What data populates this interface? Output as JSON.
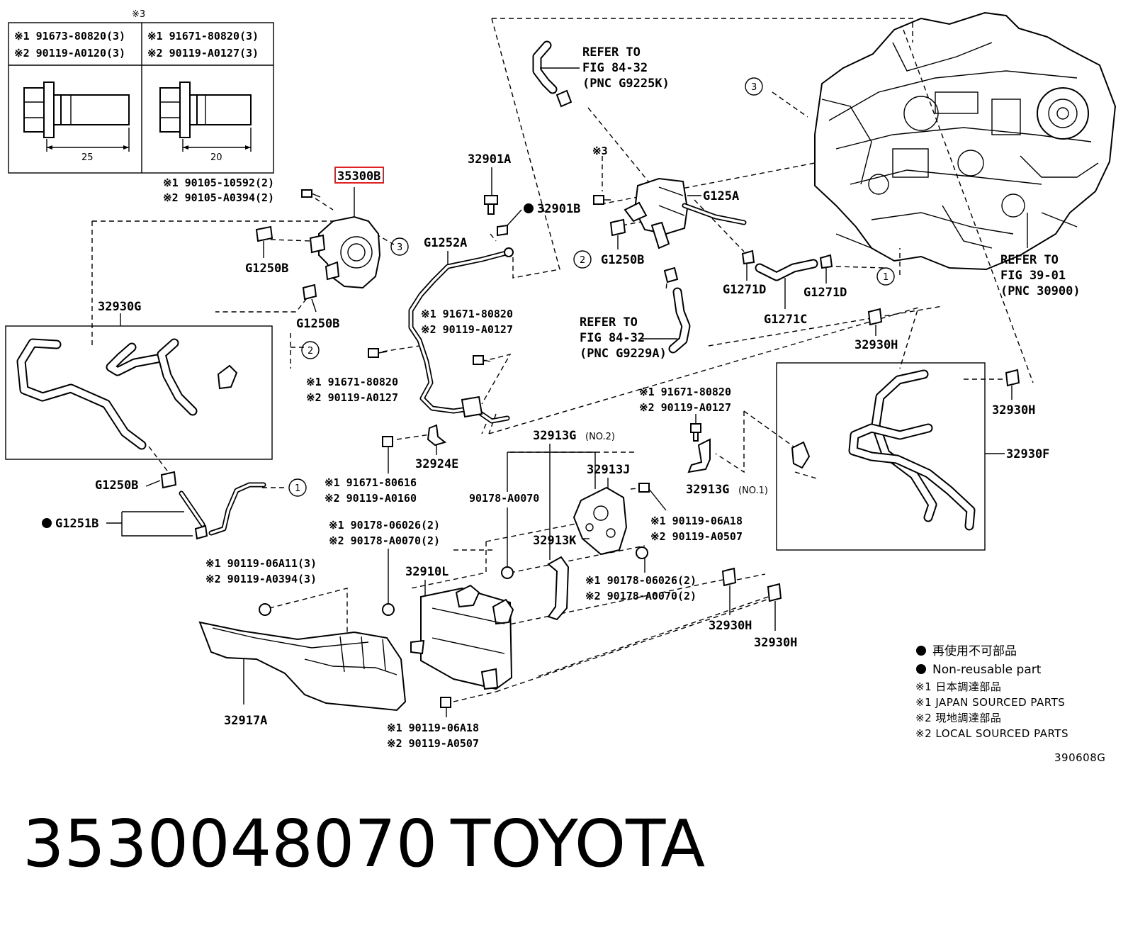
{
  "footer": {
    "part_number": "3530048070",
    "brand": "TOYOTA"
  },
  "figure_id": "390608G",
  "highlight_color": "#e02020",
  "bolt_table": {
    "header": "※3",
    "left": {
      "line1": "※1 91673-80820(3)",
      "line2": "※2 90119-A0120(3)",
      "length": "25"
    },
    "right": {
      "line1": "※1 91671-80820(3)",
      "line2": "※2 90119-A0127(3)",
      "length": "20"
    }
  },
  "legend": {
    "nonreusable_jp": "再使用不可部品",
    "nonreusable_en": "Non-reusable part",
    "japan_jp": "※1 日本調達部品",
    "japan_en": "※1 JAPAN SOURCED PARTS",
    "local_jp": "※2 現地調達部品",
    "local_en": "※2 LOCAL SOURCED PARTS"
  },
  "refs": {
    "a": {
      "l1": "REFER TO",
      "l2": "FIG 84-32",
      "l3": "(PNC G9225K)"
    },
    "b": {
      "l1": "REFER TO",
      "l2": "FIG 84-32",
      "l3": "(PNC G9229A)"
    },
    "c": {
      "l1": "REFER TO",
      "l2": "FIG 39-01",
      "l3": "(PNC 30900)"
    }
  },
  "circles": {
    "c1": "1",
    "c2": "2",
    "c3": "3"
  },
  "parts": {
    "p35300B": "35300B",
    "pump_bolt_1": "※1 90105-10592(2)",
    "pump_bolt_2": "※2 90105-A0394(2)",
    "p32901A": "32901A",
    "p32901B": "32901B",
    "G1252A": "G1252A",
    "G125A": "G125A",
    "G1250B": "G1250B",
    "G1271D": "G1271D",
    "G1271C": "G1271C",
    "p32930G": "32930G",
    "p32930H": "32930H",
    "p32930F": "32930F",
    "pipe_bolt_a1": "※1 91671-80820",
    "pipe_bolt_a2": "※2 90119-A0127",
    "p32924E": "32924E",
    "bolt_80616_1": "※1 91671-80616",
    "bolt_80616_2": "※2 90119-A0160",
    "G1251B": "G1251B",
    "p32913G": "32913G",
    "no2": "(NO.2)",
    "no1": "(NO.1)",
    "p32913J": "32913J",
    "p32913K": "32913K",
    "p90178": "90178-A0070",
    "nut_06026_1": "※1 90178-06026(2)",
    "nut_06026_2": "※2 90178-A0070(2)",
    "bolt_06A18_1": "※1 90119-06A18",
    "bolt_06A18_2": "※2 90119-A0507",
    "bolt_06A11_1": "※1 90119-06A11(3)",
    "bolt_06A11_2": "※2 90119-A0394(3)",
    "p32910L": "32910L",
    "p32917A": "32917A",
    "mark_3": "※3"
  }
}
